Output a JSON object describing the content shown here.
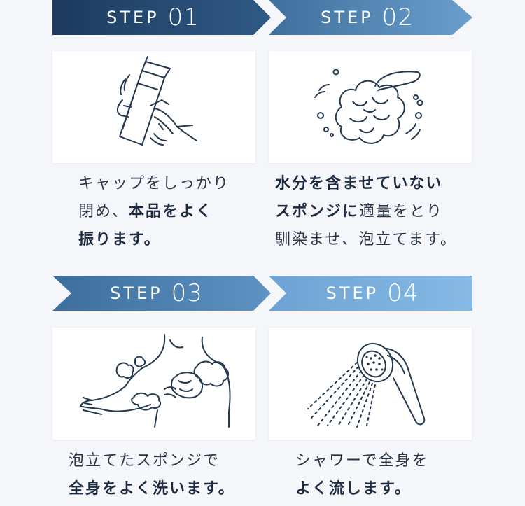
{
  "steps": [
    {
      "step_word": "STEP",
      "step_num": "01",
      "icon": "shaking-bottle-icon",
      "caption_lines": [
        [
          {
            "text": "キャップをしっかり",
            "bold": false
          }
        ],
        [
          {
            "text": "閉め、",
            "bold": false
          },
          {
            "text": "本品をよく",
            "bold": true
          }
        ],
        [
          {
            "text": "振ります。",
            "bold": true
          }
        ]
      ]
    },
    {
      "step_word": "STEP",
      "step_num": "02",
      "icon": "bath-sponge-icon",
      "caption_lines": [
        [
          {
            "text": "水分を含ませていない",
            "bold": true
          }
        ],
        [
          {
            "text": "スポンジに",
            "bold": true
          },
          {
            "text": "適量をとり",
            "bold": false
          }
        ],
        [
          {
            "text": "馴染ませ、泡立てます。",
            "bold": false
          }
        ]
      ]
    },
    {
      "step_word": "STEP",
      "step_num": "03",
      "icon": "body-washing-icon",
      "caption_lines": [
        [
          {
            "text": "泡立てたスポンジで",
            "bold": false
          }
        ],
        [
          {
            "text": "全身をよく洗います。",
            "bold": true
          }
        ]
      ]
    },
    {
      "step_word": "STEP",
      "step_num": "04",
      "icon": "shower-head-icon",
      "caption_lines": [
        [
          {
            "text": "シャワーで全身を",
            "bold": false
          }
        ],
        [
          {
            "text": "よく流します。",
            "bold": true
          }
        ]
      ]
    }
  ],
  "colors": {
    "step1_start": "#1d3a5e",
    "step1_end": "#2f5a86",
    "step2_start": "#3f6f9c",
    "step2_end": "#6a9fcd",
    "step3_start": "#3c6d9b",
    "step3_end": "#5f93c4",
    "step4_start": "#6da3d4",
    "step4_end": "#86b9e4",
    "background": "#f5f6fa",
    "line_art": "#24384f"
  }
}
